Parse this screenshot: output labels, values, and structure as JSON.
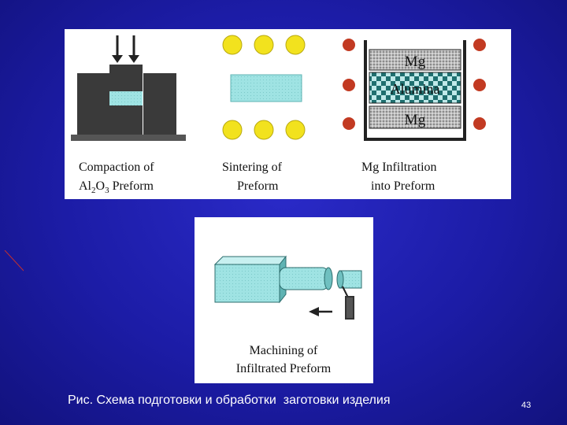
{
  "top_panel": {
    "steps": [
      {
        "line1": "Compaction of",
        "line2_prefix": "Al",
        "sub1": "2",
        "mid": "O",
        "sub2": "3",
        "line2_suffix": " Preform"
      },
      {
        "line1": "Sintering of",
        "line2": "Preform"
      },
      {
        "line1": "Mg Infiltration",
        "line2": "into Preform"
      }
    ],
    "layers": {
      "top": "Mg",
      "middle": "Alumina",
      "bottom": "Mg"
    }
  },
  "bottom_panel": {
    "line1": "Machining of",
    "line2": "Infiltrated Preform"
  },
  "caption": "Рис. Схема подготовки и обработки  заготовки изделия",
  "page_number": "43",
  "colors": {
    "background": "#1c1ca6",
    "preform_fill": "#9fe3e3",
    "die_fill": "#333333",
    "heater_yellow": "#f2e21e",
    "heater_red": "#c23a22"
  }
}
